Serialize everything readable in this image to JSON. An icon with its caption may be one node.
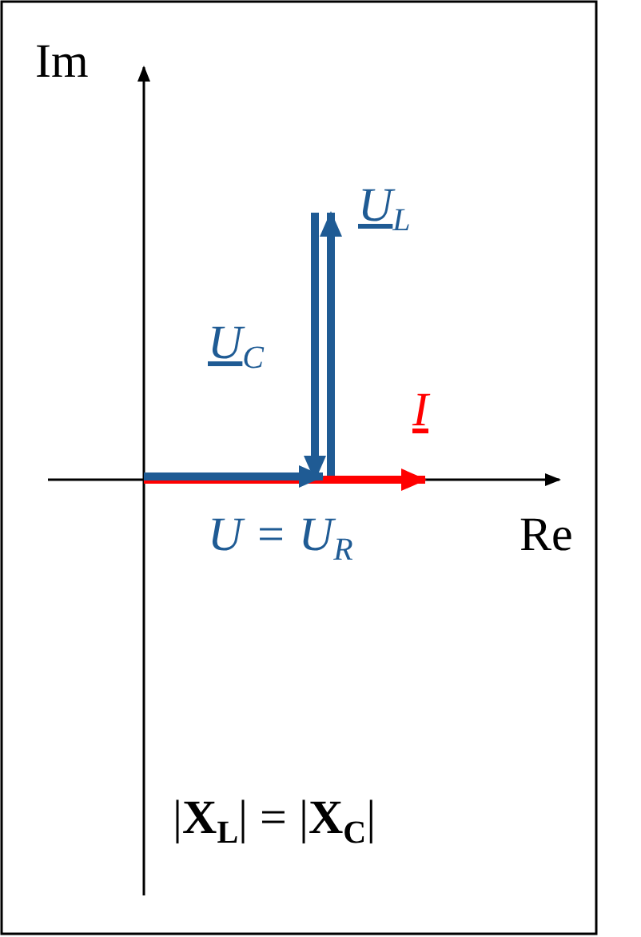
{
  "diagram": {
    "labels": [
      "Im",
      "U$_{L}$",
      "U$_{C}$",
      "I",
      "Re",
      "U = U$_{R}$",
      "|**X**$_{L}$| = |**X**$_{C}$|"
    ]
  }
}
